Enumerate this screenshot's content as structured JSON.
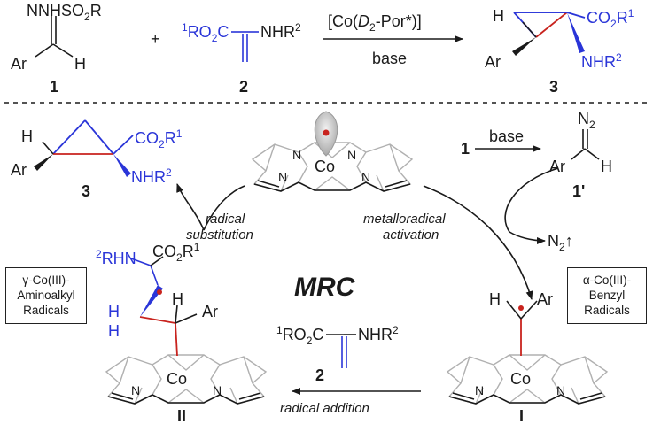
{
  "top": {
    "reactant1": {
      "hydrazone": "NNHSO",
      "sub2": "2",
      "r": "R",
      "ar": "Ar",
      "h": "H",
      "number": "1"
    },
    "plus": "+",
    "reactant2": {
      "sup1": "1",
      "ester": "RO",
      "sub2": "2",
      "c": "C",
      "amine": "NHR",
      "sup2": "2",
      "number": "2"
    },
    "catalyst": {
      "pre": "[Co(",
      "d": "D",
      "sub": "2",
      "post": "-Por*)]"
    },
    "base": "base",
    "product": {
      "h": "H",
      "ar": "Ar",
      "co2": "CO",
      "sub2": "2",
      "r": "R",
      "sup1": "1",
      "nhr": "NHR",
      "sup2": "2",
      "number": "3"
    }
  },
  "cycle": {
    "top_right": {
      "reagent": "1",
      "base": "base",
      "n2": "N",
      "n2_sub": "2",
      "ar": "Ar",
      "h": "H",
      "label": "1'"
    },
    "n2_release": {
      "n": "N",
      "sub": "2",
      "arrow": "↑"
    },
    "labels": {
      "radical_substitution": [
        "radical",
        "substitution"
      ],
      "metalloradical_activation": [
        "metalloradical",
        "activation"
      ],
      "radical_addition": "radical addition",
      "center": "MRC"
    },
    "boxes": {
      "gamma": [
        "γ-Co(III)-",
        "Aminoalkyl",
        "Radicals"
      ],
      "alpha": [
        "α-Co(III)-",
        "Benzyl",
        "Radicals"
      ]
    },
    "intermediate_I": {
      "h": "H",
      "ar": "Ar",
      "co": "Co",
      "n": "N",
      "label": "I"
    },
    "intermediate_II": {
      "rhn_sup": "2",
      "rhn": "RHN",
      "co2": "CO",
      "co2_sub": "2",
      "r": "R",
      "sup1": "1",
      "h": "H",
      "ar": "Ar",
      "co": "Co",
      "n": "N",
      "label": "II"
    },
    "reagent_2": {
      "sup1": "1",
      "ester": "RO",
      "sub2": "2",
      "c": "C",
      "amine": "NHR",
      "sup2": "2",
      "number": "2"
    },
    "product_3": {
      "h": "H",
      "ar": "Ar",
      "co2": "CO",
      "sub2": "2",
      "r": "R",
      "sup1": "1",
      "nhr": "NHR",
      "sup2": "2",
      "number": "3"
    },
    "catalyst": {
      "co": "Co",
      "n": "N"
    }
  },
  "colors": {
    "blue": "#2a35d8",
    "red": "#c8231e",
    "orange": "#d9602b",
    "text": "#1a1a1a"
  }
}
